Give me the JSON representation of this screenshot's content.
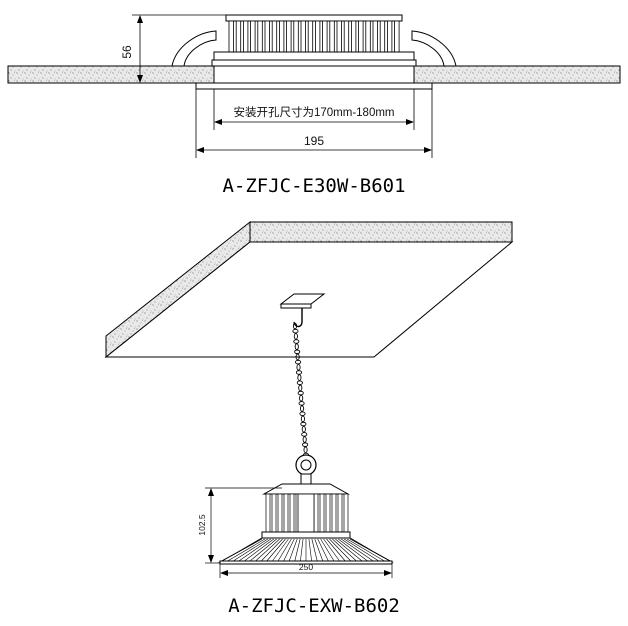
{
  "drawing1": {
    "dim_height": "56",
    "dim_cutout": "安装开孔尺寸为170mm-180mm",
    "dim_width": "195",
    "model": "A-ZFJC-E30W-B601"
  },
  "drawing2": {
    "dim_height": "102.5",
    "dim_width": "250",
    "model": "A-ZFJC-EXW-B602"
  },
  "colors": {
    "line": "#000000",
    "fill": "#ffffff",
    "texture": "#e2e2e2"
  }
}
